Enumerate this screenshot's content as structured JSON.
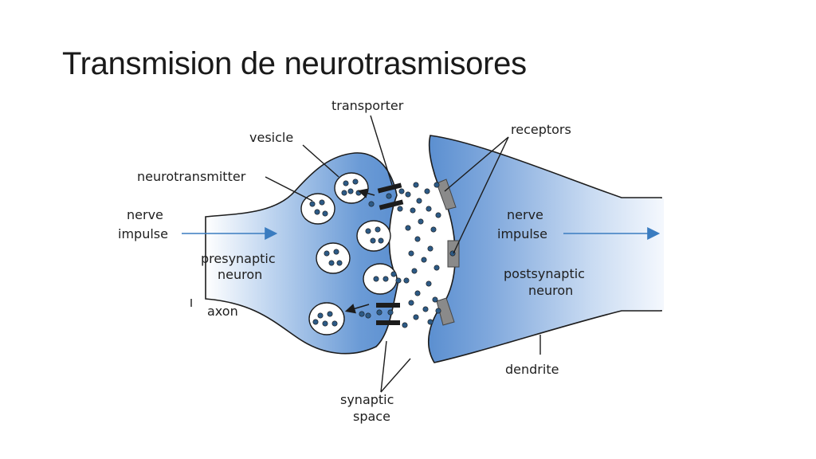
{
  "slide": {
    "title": "Transmision de neurotrasmisores"
  },
  "diagram": {
    "labels": {
      "transporter": "transporter",
      "vesicle": "vesicle",
      "receptors": "receptors",
      "neurotransmitter": "neurotransmitter",
      "nerve_impulse_left_1": "nerve",
      "nerve_impulse_left_2": "impulse",
      "nerve_impulse_right_1": "nerve",
      "nerve_impulse_right_2": "impulse",
      "presynaptic_1": "presynaptic",
      "presynaptic_2": "neuron",
      "postsynaptic_1": "postsynaptic",
      "postsynaptic_2": "neuron",
      "axon": "axon",
      "dendrite": "dendrite",
      "synaptic_1": "synaptic",
      "synaptic_2": "space"
    },
    "colors": {
      "neuron_fill_dark": "#5b8fd0",
      "neuron_fill_light": "#e8f0fa",
      "dot": "#2d5a85",
      "arrow": "#3a7cc0",
      "transporter": "#1c1c1c",
      "receptor": "#8a8a8a"
    }
  }
}
